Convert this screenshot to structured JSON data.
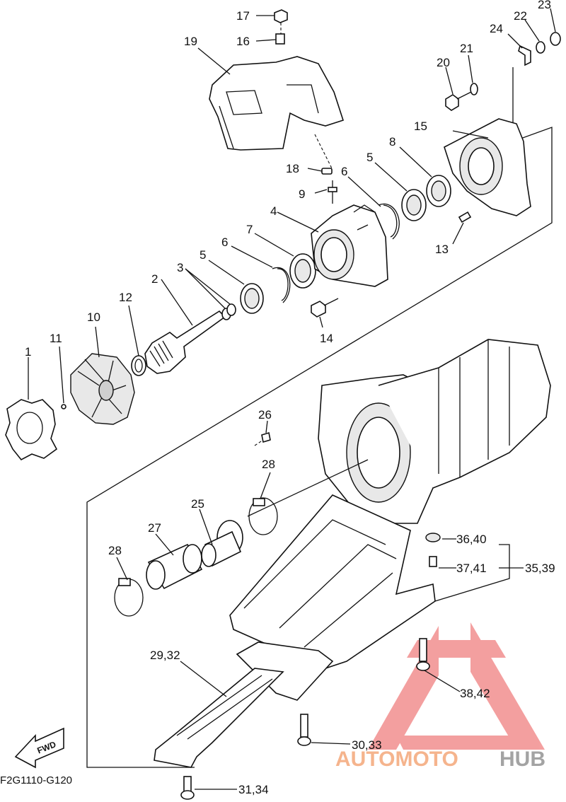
{
  "diagram": {
    "code": "F2G1110-G120",
    "fwd_label": "FWD",
    "labels": {
      "p1": "1",
      "p2": "2",
      "p3": "3",
      "p4": "4",
      "p5a": "5",
      "p5b": "5",
      "p6a": "6",
      "p6b": "6",
      "p7": "7",
      "p8": "8",
      "p9": "9",
      "p10": "10",
      "p11": "11",
      "p12": "12",
      "p13": "13",
      "p14": "14",
      "p15": "15",
      "p16": "16",
      "p17": "17",
      "p18": "18",
      "p19": "19",
      "p20": "20",
      "p21": "21",
      "p22": "22",
      "p23": "23",
      "p24": "24",
      "p25": "25",
      "p26": "26",
      "p27": "27",
      "p28a": "28",
      "p28b": "28",
      "p29_32": "29,32",
      "p30_33": "30,33",
      "p31_34": "31,34",
      "p35_39": "35,39",
      "p36_40": "36,40",
      "p37_41": "37,41",
      "p38_42": "38,42"
    }
  },
  "watermark": {
    "part1": "AUTOMOTO",
    "part2": "HUB",
    "color1": "#f4a77a",
    "color2": "#9a9a9a",
    "logo_color": "#f08080"
  }
}
